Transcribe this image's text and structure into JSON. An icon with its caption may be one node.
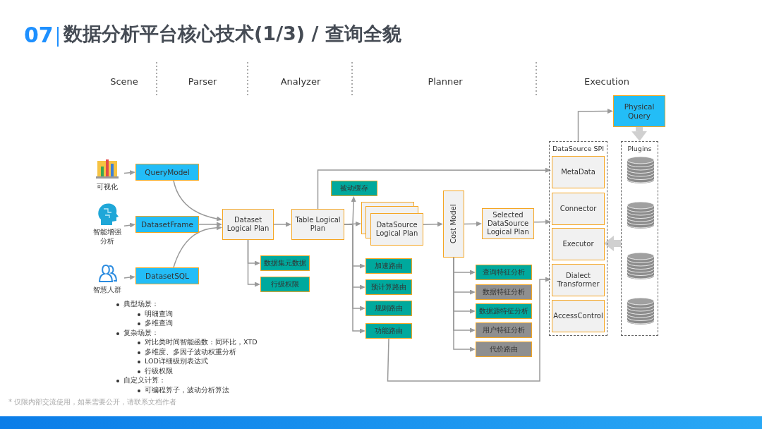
{
  "diagram": {
    "title": "数据分析平台核心技术(1/3) / 查询全貌",
    "nodes": [
      {
        "text": [
          "可视化"
        ]
      },
      {
        "text": [
          "QueryModel"
        ]
      },
      {
        "text": [
          "智能增强分析"
        ]
      },
      {
        "text": [
          "DatasetFrame"
        ]
      },
      {
        "text": [
          "智慧人群"
        ]
      },
      {
        "text": [
          "DatasetSQL"
        ]
      },
      {
        "text": [
          "Dataset Logical Plan"
        ]
      },
      {
        "text": [
          "数据集元数据"
        ]
      },
      {
        "text": [
          "行级权限"
        ]
      },
      {
        "text": [
          "Table Logical Plan"
        ]
      },
      {
        "text": [
          "被动缓存"
        ]
      },
      {
        "text": [
          "DataSource Logical Plan"
        ]
      },
      {
        "text": [
          "加速路由"
        ]
      },
      {
        "text": [
          "预计算路由"
        ]
      },
      {
        "text": [
          "规则路由"
        ]
      },
      {
        "text": [
          "功能路由"
        ]
      },
      {
        "text": [
          "Cost Model"
        ]
      },
      {
        "text": [
          "查询特征分析"
        ]
      },
      {
        "text": [
          "数据特征分析"
        ]
      },
      {
        "text": [
          "数据源特征分析"
        ]
      },
      {
        "text": [
          "用户特征分析"
        ]
      },
      {
        "text": [
          "代价路由"
        ]
      },
      {
        "text": [
          "Selected DataSource Logical Plan"
        ]
      },
      {
        "text": [
          "DataSource SPI"
        ]
      },
      {
        "text": [
          "MetaData"
        ],
        "in": 23
      },
      {
        "text": [
          "Connector"
        ],
        "in": 23
      },
      {
        "text": [
          "Executor"
        ],
        "in": 23
      },
      {
        "text": [
          "Dialect Transformer"
        ],
        "in": 23
      },
      {
        "text": [
          "AccessControl"
        ],
        "in": 23
      },
      {
        "text": [
          "Physical Query"
        ]
      },
      {
        "text": [
          "Plugins"
        ]
      },
      {
        "text": [],
        "shape": "cylinder",
        "in": 30
      },
      {
        "text": [],
        "shape": "cylinder",
        "in": 30
      },
      {
        "text": [],
        "shape": "cylinder",
        "in": 30
      },
      {
        "text": [],
        "shape": "cylinder",
        "in": 30
      }
    ],
    "edges": [
      {
        "from": 0,
        "to": 1,
        "arrow": "to"
      },
      {
        "from": 2,
        "to": 3,
        "arrow": "to"
      },
      {
        "from": 4,
        "to": 5,
        "arrow": "to"
      },
      {
        "from": 1,
        "to": 6,
        "arrow": "to"
      },
      {
        "from": 3,
        "to": 6,
        "arrow": "to"
      },
      {
        "from": 5,
        "to": 6,
        "arrow": "to"
      },
      {
        "from": 6,
        "to": 7,
        "arrow": "to"
      },
      {
        "from": 6,
        "to": 8,
        "arrow": "to"
      },
      {
        "from": 6,
        "to": 9,
        "arrow": "to"
      },
      {
        "from": 9,
        "to": 10,
        "arrow": "to"
      },
      {
        "from": 9,
        "to": 11,
        "arrow": "to"
      },
      {
        "from": 9,
        "to": 12,
        "arrow": "to"
      },
      {
        "from": 9,
        "to": 13,
        "arrow": "to"
      },
      {
        "from": 9,
        "to": 14,
        "arrow": "to"
      },
      {
        "from": 9,
        "to": 15,
        "arrow": "to"
      },
      {
        "from": 9,
        "to": 24,
        "arrow": "to"
      },
      {
        "from": 11,
        "to": 16,
        "arrow": "to"
      },
      {
        "from": 16,
        "to": 22,
        "arrow": "to"
      },
      {
        "from": 16,
        "to": 17,
        "arrow": "to"
      },
      {
        "from": 16,
        "to": 18,
        "arrow": "to"
      },
      {
        "from": 16,
        "to": 19,
        "arrow": "to"
      },
      {
        "from": 16,
        "to": 20,
        "arrow": "to"
      },
      {
        "from": 16,
        "to": 21,
        "arrow": "to"
      },
      {
        "from": 22,
        "to": 25,
        "arrow": "to"
      },
      {
        "from": 15,
        "to": 27,
        "arrow": "to"
      },
      {
        "from": 23,
        "to": 29,
        "arrow": "to"
      },
      {
        "from": 29,
        "to": 30,
        "arrow": "to",
        "style": "thick",
        "color": "#d0d0d0"
      },
      {
        "from": 30,
        "to": 26,
        "arrow": "to",
        "style": "thick",
        "color": "#d0d0d0"
      }
    ],
    "labels": [
      "07",
      "Scene",
      "Parser",
      "Analyzer",
      "Planner",
      "Execution",
      "典型场景：",
      "明细查询",
      "多维查询",
      "复杂场景：",
      "对比类时间智能函数：同环比，XTD",
      "多维度、多因子波动权重分析",
      "LOD详细级别表达式",
      "行级权限",
      "自定义计算：",
      "可编程算子，波动分析算法",
      "* 仅限内部交流使用，如果需要公开，请联系文档作者"
    ]
  }
}
